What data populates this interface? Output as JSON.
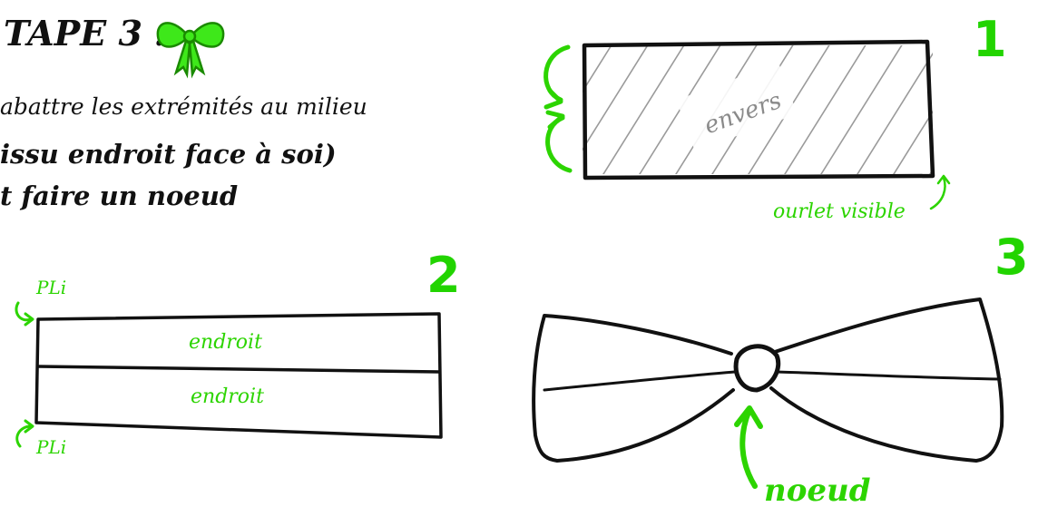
{
  "step": {
    "title": "TAPE 3 :",
    "line1": "abattre les extrémités au milieu",
    "line2": "issu endroit face à soi)",
    "line3": "t faire un noeud"
  },
  "panel1": {
    "number": "1",
    "label_envers": "envers",
    "label_ourlet": "ourlet visible"
  },
  "panel2": {
    "number": "2",
    "label_pli_top": "PLi",
    "label_pli_bottom": "PLi",
    "label_endroit_top": "endroit",
    "label_endroit_bottom": "endroit"
  },
  "panel3": {
    "number": "3",
    "label_noeud": "noeud"
  },
  "colors": {
    "ink": "#111111",
    "accent_green": "#2cd400",
    "hatch_grey": "#9a9a9a"
  },
  "icons": [
    "bow-icon"
  ]
}
